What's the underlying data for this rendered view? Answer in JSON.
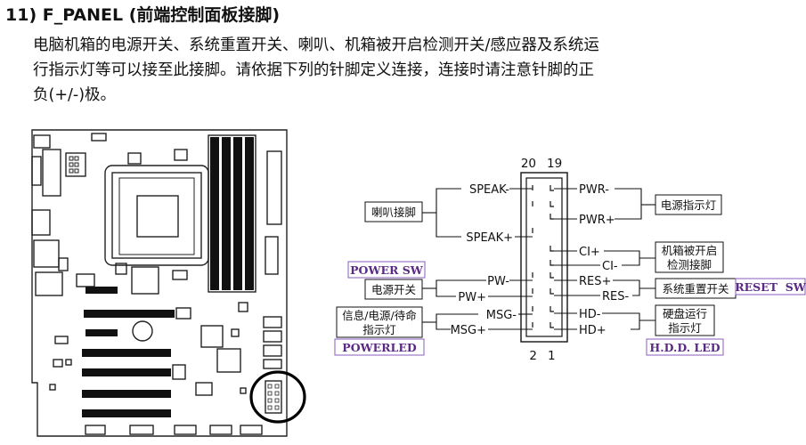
{
  "heading": "11) F_PANEL (前端控制面板接脚)",
  "description": [
    "电脑机箱的电源开关、系统重置开关、喇叭、机箱被开启检测开关/感应器及系统运",
    "行指示灯等可以接至此接脚。请依据下列的针脚定义连接，连接时请注意针脚的正",
    "负(+/-)极。"
  ],
  "diagram": {
    "pin_top": [
      "20",
      "19"
    ],
    "pin_bottom": [
      "2",
      "1"
    ],
    "left_pins": [
      "SPEAK-",
      "SPEAK+",
      "PW-",
      "PW+",
      "MSG-",
      "MSG+"
    ],
    "right_pins": [
      "PWR-",
      "PWR+",
      "CI+",
      "CI-",
      "RES+",
      "RES-",
      "HD-",
      "HD+"
    ],
    "boxes": {
      "speaker": "喇叭接脚",
      "power_led": "电源指示灯",
      "intrusion": [
        "机箱被开启",
        "检测接脚"
      ],
      "power_switch": "电源开关",
      "reset_switch": "系统重置开关",
      "msg_led": [
        "信息/电源/待命",
        "指示灯"
      ],
      "hdd_led": [
        "硬盘运行",
        "指示灯"
      ]
    },
    "tags": {
      "power_sw": "POWER SW",
      "reset_sw": "RESET  SW",
      "power_led": "POWERLED",
      "hdd_led": "H.D.D. LED"
    },
    "colors": {
      "tag_text": "#5b2a86",
      "tag_border": "#8a5cc0"
    }
  }
}
